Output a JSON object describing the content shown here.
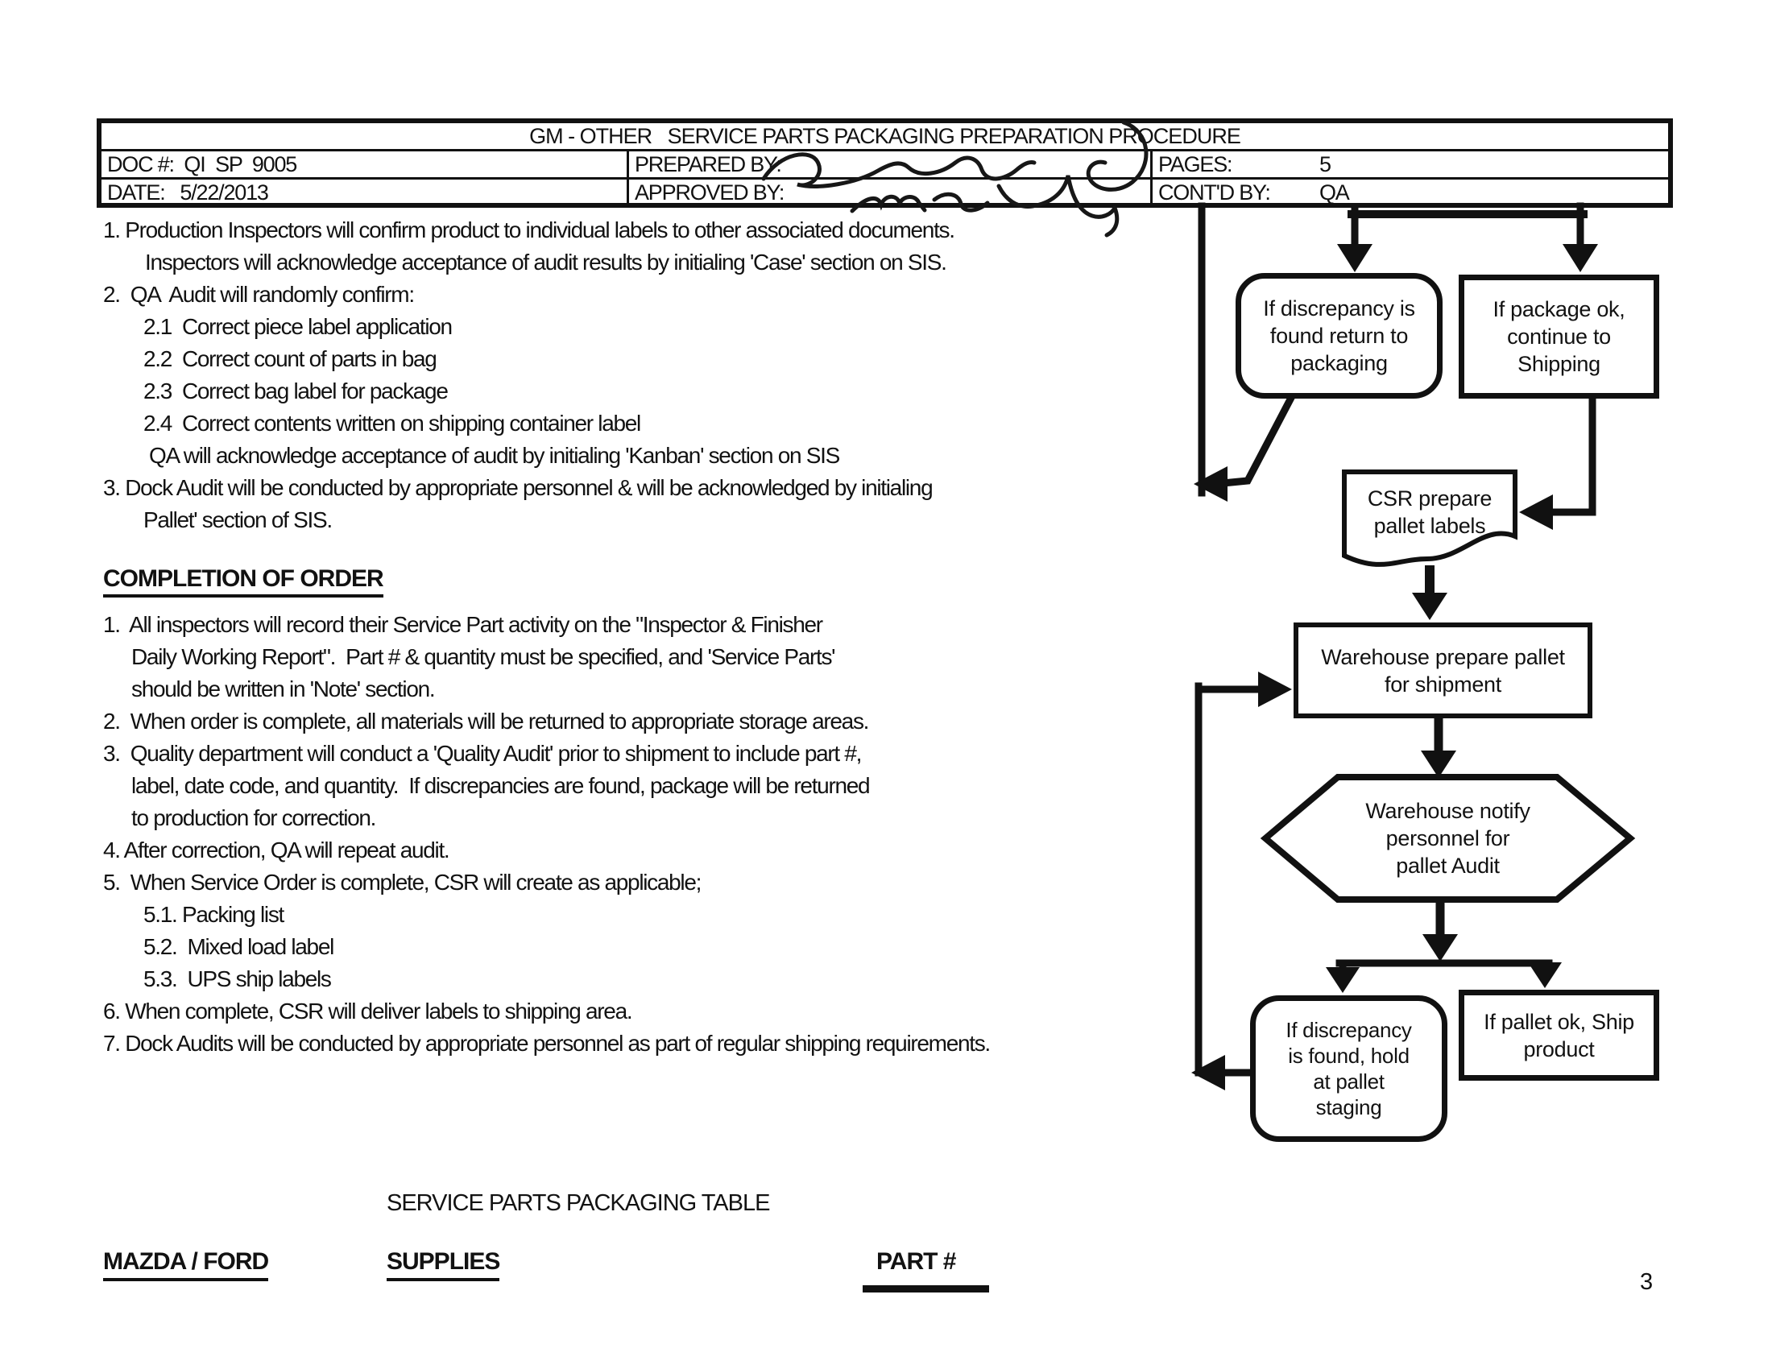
{
  "header_table": {
    "title": "GM - OTHER   SERVICE PARTS PACKAGING PREPARATION PROCEDURE",
    "doc_number": "DOC #:  QI  SP  9005",
    "date": "DATE:   5/22/2013",
    "prepared_by_label": "PREPARED BY:",
    "approved_by_label": "APPROVED BY:",
    "pages_label": "PAGES:",
    "pages_value": "5",
    "contd_label": "CONT'D BY:",
    "contd_value": "QA"
  },
  "procedure": {
    "section1": [
      "1. Production Inspectors will confirm product to individual labels to other associated documents.",
      "Inspectors will acknowledge acceptance of audit results by initialing 'Case' section on SIS.",
      "2.  QA  Audit will randomly confirm:",
      "2.1  Correct piece label application",
      "2.2  Correct count of parts in bag",
      "2.3  Correct bag label for package",
      "2.4  Correct contents written on shipping container label",
      "QA will acknowledge acceptance of audit by initialing 'Kanban' section on SIS",
      "3. Dock Audit will be conducted by appropriate personnel & will be acknowledged by initialing",
      "Pallet' section of SIS."
    ],
    "completion_heading": "COMPLETION OF ORDER",
    "section2": [
      "1.  All inspectors will record their Service Part activity on the \"Inspector & Finisher",
      "Daily Working Report\".  Part # & quantity must be specified, and 'Service Parts'",
      "should be written in 'Note' section.",
      "2.  When order is complete, all materials will be returned to appropriate storage areas.",
      "3.  Quality department will conduct a 'Quality Audit' prior to shipment to include part #,",
      "label, date code, and quantity.  If discrepancies are found, package will be returned",
      "to production for correction.",
      "4. After correction, QA will repeat audit.",
      "5.  When Service Order is complete, CSR will create as applicable;",
      "5.1. Packing list",
      "5.2.  Mixed load label",
      "5.3.  UPS ship labels",
      "6. When complete, CSR will deliver labels to shipping area.",
      "7. Dock Audits will be conducted by appropriate personnel as part of regular shipping requirements."
    ]
  },
  "flowchart": {
    "discrepancy_packaging": "If discrepancy is\nfound return to\npackaging",
    "package_ok": "If package ok,\ncontinue to\nShipping",
    "csr_labels": "CSR prepare\npallet labels",
    "warehouse_prepare": "Warehouse prepare pallet\nfor shipment",
    "warehouse_notify": "Warehouse notify\npersonnel for\npallet Audit",
    "discrepancy_hold": "If discrepancy\nis found, hold\nat pallet\nstaging",
    "pallet_ok": "If pallet ok, Ship\nproduct",
    "line_color": "#111111"
  },
  "footer": {
    "table_title": "SERVICE PARTS PACKAGING TABLE",
    "col1": "MAZDA / FORD",
    "col2": "SUPPLIES",
    "col3": "PART #",
    "page_number": "3"
  }
}
